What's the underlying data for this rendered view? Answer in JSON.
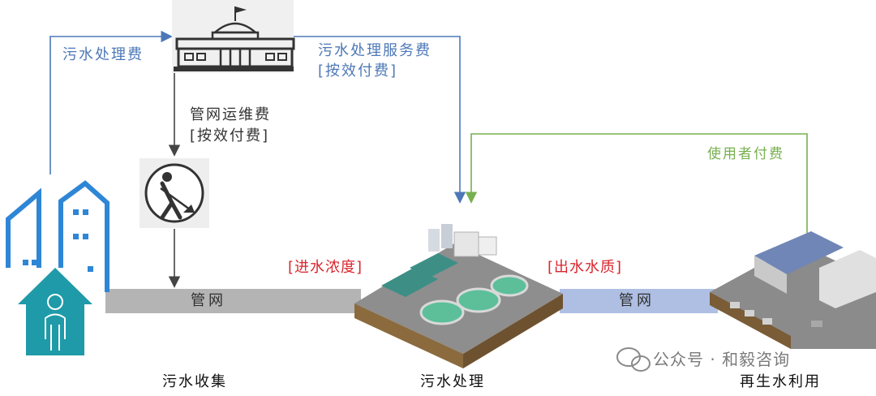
{
  "payments": {
    "sewage_fee": "污水处理费",
    "treatment_service_fee": "污水处理服务费",
    "treatment_service_fee_note": "[按效付费]",
    "pipe_om_fee": "管网运维费",
    "pipe_om_fee_note": "[按效付费]",
    "user_pays": "使用者付费"
  },
  "pipes": {
    "left_label": "管网",
    "right_label": "管网"
  },
  "quality_tags": {
    "influent": "[进水浓度]",
    "effluent": "[出水水质]"
  },
  "stages": {
    "collection": "污水收集",
    "treatment": "污水处理",
    "reuse": "再生水利用"
  },
  "watermark": "公众号 · 和毅咨询",
  "colors": {
    "fee_flow": "#4d78b7",
    "user_flow": "#77b04f",
    "tag_red": "#d9262e",
    "pipe_grey": "#b4b4b4",
    "pipe_blue": "#aebfe3",
    "house_teal": "#1f9aa8",
    "building_blue": "#2e86d6"
  }
}
